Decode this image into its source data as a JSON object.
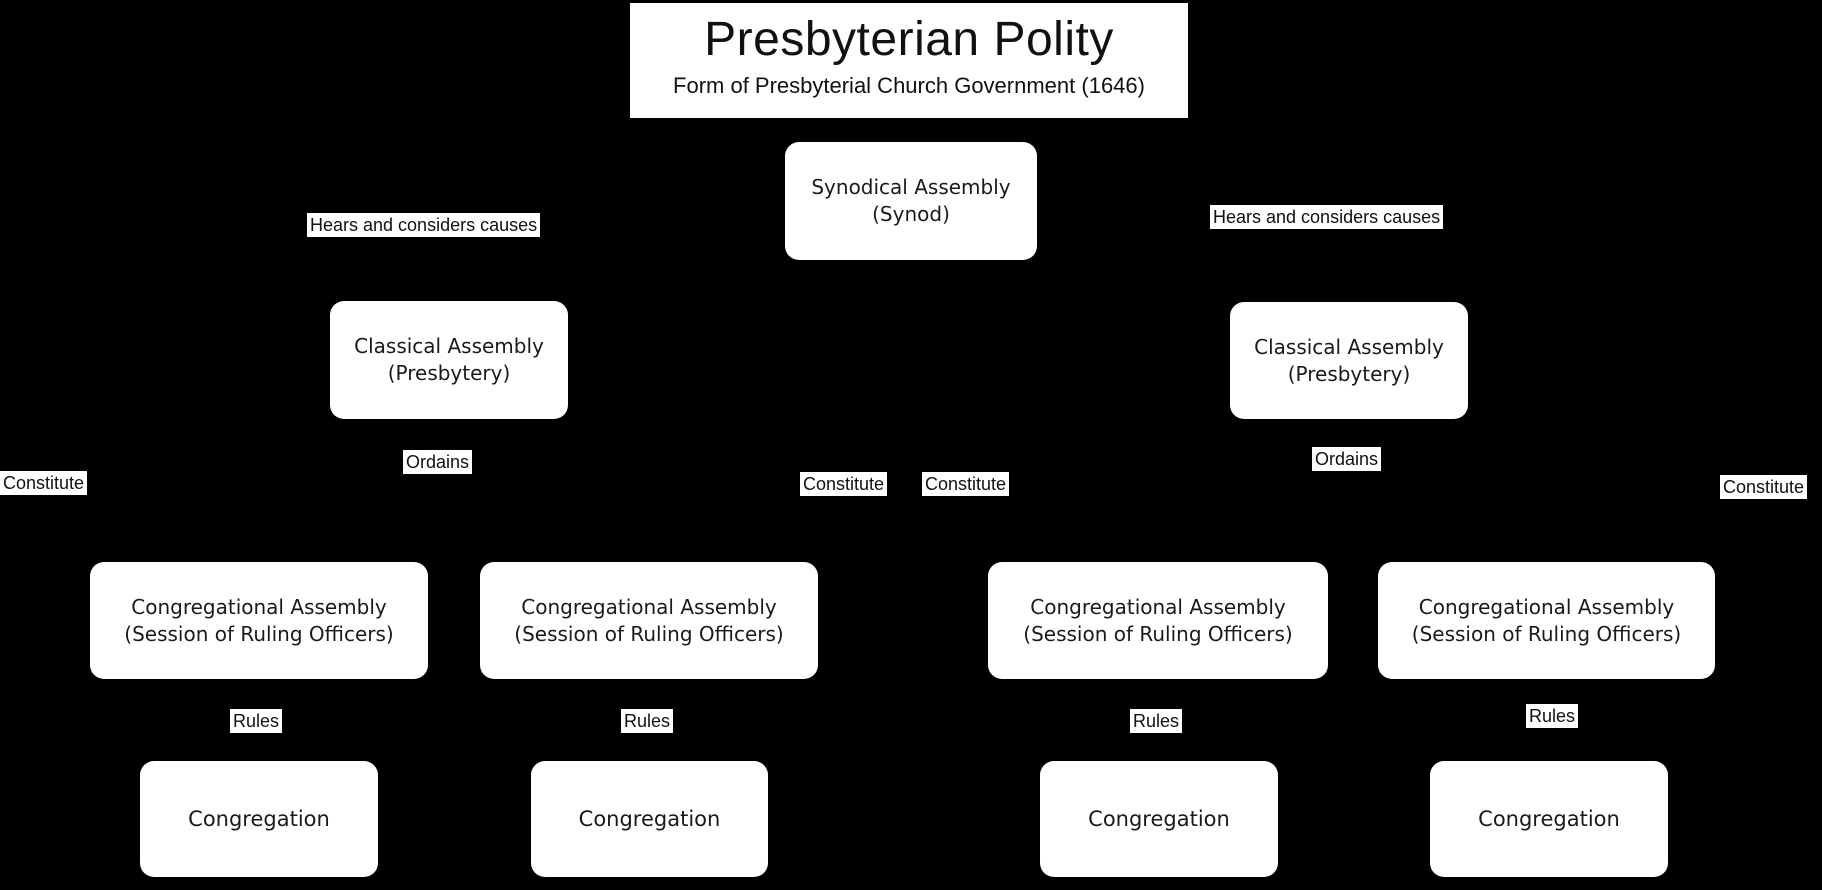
{
  "title": {
    "heading": "Presbyterian Polity",
    "subtitle": "Form of Presbyterial Church Government (1646)"
  },
  "colors": {
    "background": "#000000",
    "node_fill": "#ffffff",
    "node_text": "#1a1a1a",
    "edge_label_bg": "#ffffff"
  },
  "nodes": {
    "synod": {
      "title": "Synodical Assembly",
      "subtitle": "(Synod)"
    },
    "classical_left": {
      "title": "Classical Assembly",
      "subtitle": "(Presbytery)"
    },
    "classical_right": {
      "title": "Classical Assembly",
      "subtitle": "(Presbytery)"
    },
    "congassy_1": {
      "title": "Congregational Assembly",
      "subtitle": "(Session of Ruling Officers)"
    },
    "congassy_2": {
      "title": "Congregational Assembly",
      "subtitle": "(Session of Ruling Officers)"
    },
    "congassy_3": {
      "title": "Congregational Assembly",
      "subtitle": "(Session of Ruling Officers)"
    },
    "congassy_4": {
      "title": "Congregational Assembly",
      "subtitle": "(Session of Ruling Officers)"
    },
    "congregation_1": {
      "label": "Congregation"
    },
    "congregation_2": {
      "label": "Congregation"
    },
    "congregation_3": {
      "label": "Congregation"
    },
    "congregation_4": {
      "label": "Congregation"
    }
  },
  "edge_labels": {
    "hears_left": "Hears and considers causes",
    "hears_right": "Hears and considers causes",
    "ordains_left": "Ordains",
    "ordains_right": "Ordains",
    "constitute_1": "Constitute",
    "constitute_2": "Constitute",
    "constitute_3": "Constitute",
    "constitute_4": "Constitute",
    "rules_1": "Rules",
    "rules_2": "Rules",
    "rules_3": "Rules",
    "rules_4": "Rules"
  }
}
